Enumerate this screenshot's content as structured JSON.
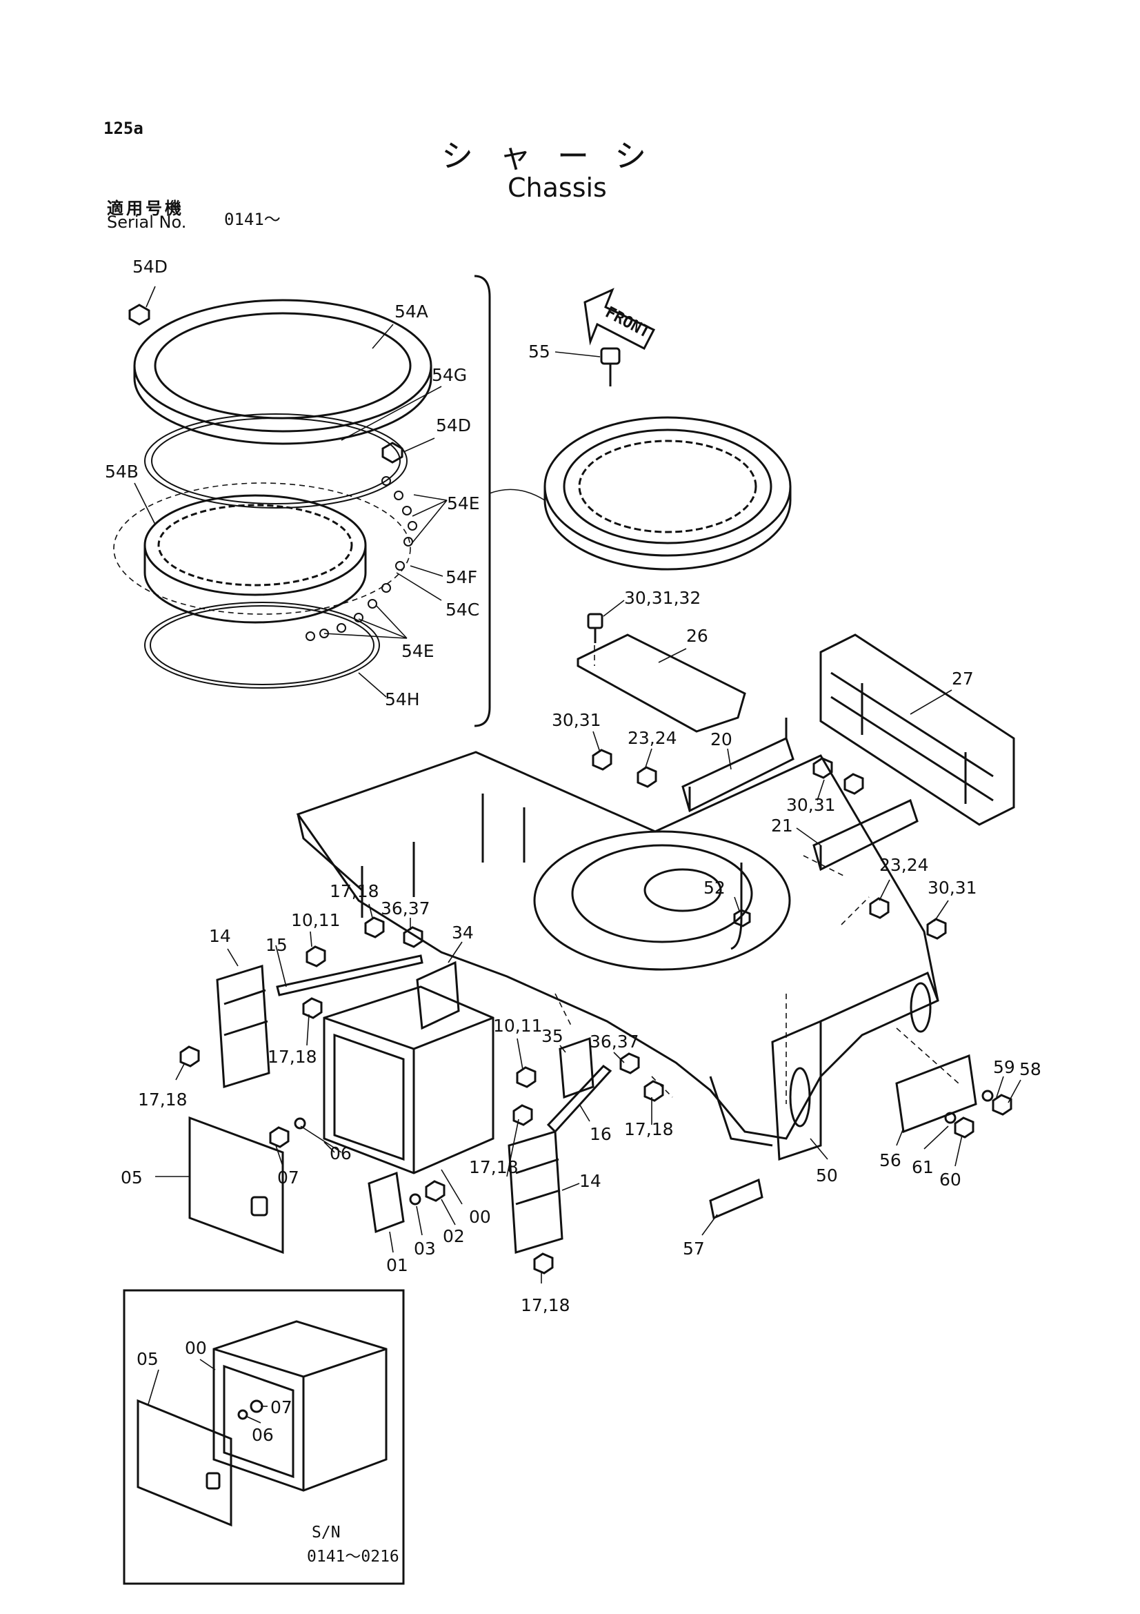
{
  "header": {
    "page_no": "125a",
    "title_jp": "シャーシ",
    "title_en": "Chassis",
    "serial_label_jp": "適用号機",
    "serial_label_en": "Serial No.",
    "serial_value": "0141～"
  },
  "arrow_label": "FRONT",
  "callouts": {
    "p54D_a": "54D",
    "p54A": "54A",
    "p54G": "54G",
    "p54D_b": "54D",
    "p54B": "54B",
    "p54E_a": "54E",
    "p54F": "54F",
    "p54C": "54C",
    "p54E_b": "54E",
    "p54H": "54H",
    "p55": "55",
    "p30_31_32": "30,31,32",
    "p26": "26",
    "p27": "27",
    "p30_31_a": "30,31",
    "p23_24_a": "23,24",
    "p20": "20",
    "p30_31_b": "30,31",
    "p21": "21",
    "p23_24_b": "23,24",
    "p30_31_c": "30,31",
    "p52": "52",
    "p17_18_a": "17,18",
    "p36_37_a": "36,37",
    "p10_11_a": "10,11",
    "p34": "34",
    "p14_a": "14",
    "p15": "15",
    "p17_18_b": "17,18",
    "p17_18_c": "17,18",
    "p10_11_b": "10,11",
    "p35": "35",
    "p36_37_b": "36,37",
    "p59": "59",
    "p58": "58",
    "p05_a": "05",
    "p06_a": "06",
    "p07_a": "07",
    "p16": "16",
    "p17_18_d": "17,18",
    "p17_18_e": "17,18",
    "p14_b": "14",
    "p56": "56",
    "p61": "61",
    "p60": "60",
    "p50": "50",
    "p00_a": "00",
    "p01": "01",
    "p03": "03",
    "p02": "02",
    "p57": "57",
    "p17_18_f": "17,18",
    "p00_b": "00",
    "p05_b": "05",
    "p07_b": "07",
    "p06_b": "06"
  },
  "inset": {
    "serial_label": "S/N",
    "serial_range": "0141～0216"
  }
}
